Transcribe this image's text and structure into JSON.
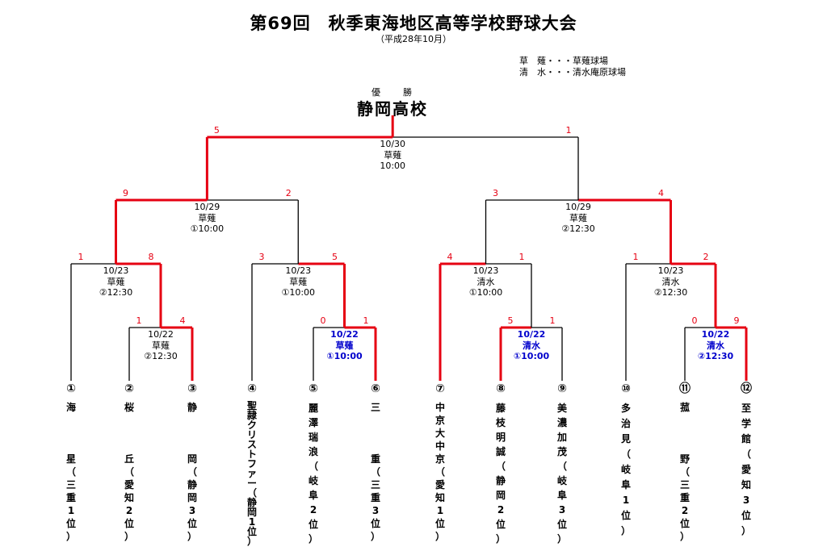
{
  "title": "第69回　秋季東海地区高等学校野球大会",
  "subtitle": "（平成28年10月）",
  "legend": [
    {
      "short": "草　薙",
      "full": "草薙球場"
    },
    {
      "short": "清　水",
      "full": "清水庵原球場"
    }
  ],
  "legend_sep": "・・・",
  "winner": {
    "label": "優　　勝",
    "name": "静岡高校"
  },
  "colors": {
    "winner_line": "#e60012",
    "line": "#000000",
    "today_info": "#0000cc"
  },
  "teams": [
    {
      "num": "①",
      "name": [
        "海",
        "",
        "",
        "",
        "星",
        "（",
        "三",
        "重",
        "1",
        "位",
        "）"
      ]
    },
    {
      "num": "②",
      "name": [
        "桜",
        "",
        "",
        "",
        "丘",
        "（",
        "愛",
        "知",
        "2",
        "位",
        "）"
      ]
    },
    {
      "num": "③",
      "name": [
        "静",
        "",
        "",
        "",
        "岡",
        "（",
        "静",
        "岡",
        "3",
        "位",
        "）"
      ]
    },
    {
      "num": "④",
      "name": [
        "聖",
        "隷",
        "ク",
        "リ",
        "ス",
        "ト",
        "フ",
        "ァ",
        "ー",
        "（",
        "静",
        "岡",
        "1",
        "位",
        "）"
      ]
    },
    {
      "num": "⑤",
      "name": [
        "麗",
        "澤",
        "瑞",
        "浪",
        "（",
        "岐",
        "阜",
        "2",
        "位",
        "）"
      ]
    },
    {
      "num": "⑥",
      "name": [
        "三",
        "",
        "",
        "",
        "重",
        "（",
        "三",
        "重",
        "3",
        "位",
        "）"
      ]
    },
    {
      "num": "⑦",
      "name": [
        "中",
        "京",
        "大",
        "中",
        "京",
        "（",
        "愛",
        "知",
        "1",
        "位",
        "）"
      ]
    },
    {
      "num": "⑧",
      "name": [
        "藤",
        "枝",
        "明",
        "誠",
        "（",
        "静",
        "岡",
        "2",
        "位",
        "）"
      ]
    },
    {
      "num": "⑨",
      "name": [
        "美",
        "濃",
        "加",
        "茂",
        "（",
        "岐",
        "阜",
        "3",
        "位",
        "）"
      ]
    },
    {
      "num": "⑩",
      "name": [
        "多",
        "治",
        "見",
        "（",
        "岐",
        "阜",
        "1",
        "位",
        "）"
      ]
    },
    {
      "num": "⑪",
      "name": [
        "菰",
        "",
        "",
        "",
        "野",
        "（",
        "三",
        "重",
        "2",
        "位",
        "）"
      ]
    },
    {
      "num": "⑫",
      "name": [
        "至",
        "学",
        "館",
        "（",
        "愛",
        "知",
        "3",
        "位",
        "）"
      ]
    }
  ],
  "matches": [
    {
      "id": "r1-a",
      "date": "10/22",
      "venue": "草薙",
      "time": "②12:30",
      "scores": [
        "1",
        "4"
      ],
      "today": false
    },
    {
      "id": "r1-b",
      "date": "10/22",
      "venue": "草薙",
      "time": "①10:00",
      "scores": [
        "0",
        "1"
      ],
      "today": true
    },
    {
      "id": "r1-c",
      "date": "10/22",
      "venue": "清水",
      "time": "①10:00",
      "scores": [
        "5",
        "1"
      ],
      "today": true
    },
    {
      "id": "r1-d",
      "date": "10/22",
      "venue": "清水",
      "time": "②12:30",
      "scores": [
        "0",
        "9"
      ],
      "today": true
    },
    {
      "id": "qf-1",
      "date": "10/23",
      "venue": "草薙",
      "time": "②12:30",
      "scores": [
        "1",
        "8"
      ],
      "today": false
    },
    {
      "id": "qf-2",
      "date": "10/23",
      "venue": "草薙",
      "time": "①10:00",
      "scores": [
        "3",
        "5"
      ],
      "today": false
    },
    {
      "id": "qf-3",
      "date": "10/23",
      "venue": "清水",
      "time": "①10:00",
      "scores": [
        "4",
        "1"
      ],
      "today": false
    },
    {
      "id": "qf-4",
      "date": "10/23",
      "venue": "清水",
      "time": "②12:30",
      "scores": [
        "1",
        "2"
      ],
      "today": false
    },
    {
      "id": "sf-1",
      "date": "10/29",
      "venue": "草薙",
      "time": "①10:00",
      "scores": [
        "9",
        "2"
      ],
      "today": false
    },
    {
      "id": "sf-2",
      "date": "10/29",
      "venue": "草薙",
      "time": "②12:30",
      "scores": [
        "3",
        "4"
      ],
      "today": false
    },
    {
      "id": "final",
      "date": "10/30",
      "venue": "草薙",
      "time": "10:00",
      "scores": [
        "5",
        "1"
      ],
      "today": false
    }
  ]
}
